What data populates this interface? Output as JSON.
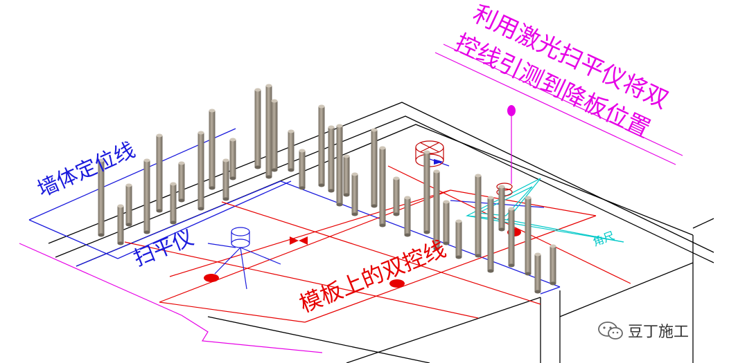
{
  "labels": {
    "laser_note_line1": "利用激光扫平仪将双",
    "laser_note_line2": "控线引测到降板位置",
    "wall_line": "墙体定位线",
    "level_instrument": "扫平仪",
    "formwork_lines": "模板上的双控线",
    "corner": "角尺"
  },
  "watermark": {
    "text": "豆丁施工",
    "icon": "wechat-icon"
  },
  "colors": {
    "structure": "#000000",
    "wall_line": "#1a1adc",
    "formwork": "#e60000",
    "note": "#e600e6",
    "corner": "#00c8c8",
    "rebar": "#a49a8c"
  }
}
